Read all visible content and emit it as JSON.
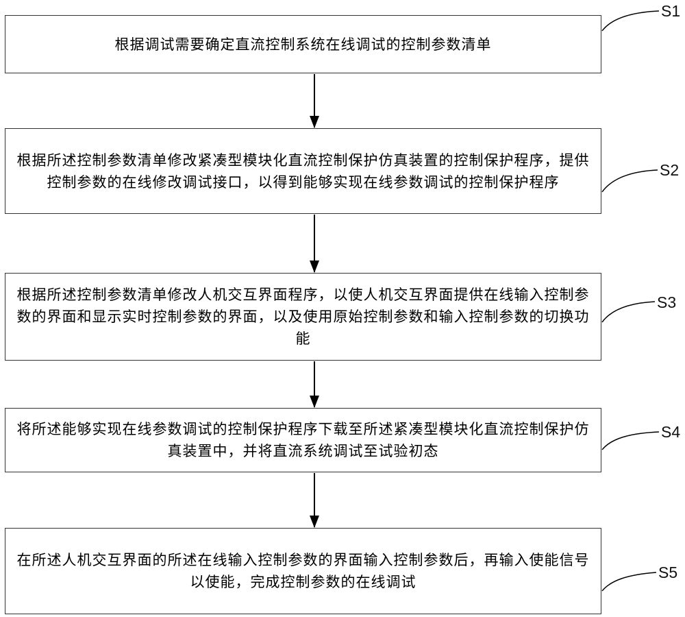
{
  "steps": [
    {
      "label": "S1",
      "text": "根据调试需要确定直流控制系统在线调试的控制参数清单"
    },
    {
      "label": "S2",
      "text": "根据所述控制参数清单修改紧凑型模块化直流控制保护仿真装置的控制保护程序，提供控制参数的在线修改调试接口，以得到能够实现在线参数调试的控制保护程序"
    },
    {
      "label": "S3",
      "text": "根据所述控制参数清单修改人机交互界面程序，以使人机交互界面提供在线输入控制参数的界面和显示实时控制参数的界面，以及使用原始控制参数和输入控制参数的切换功能"
    },
    {
      "label": "S4",
      "text": "将所述能够实现在线参数调试的控制保护程序下载至所述紧凑型模块化直流控制保护仿真装置中，并将直流系统调试至试验初态"
    },
    {
      "label": "S5",
      "text": "在所述人机交互界面的所述在线输入控制参数的界面输入控制参数后，再输入使能信号以使能，完成控制参数的在线调试"
    }
  ]
}
